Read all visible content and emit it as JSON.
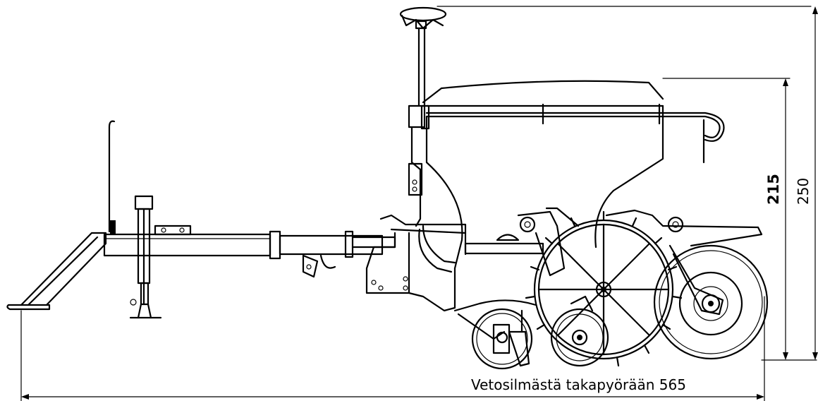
{
  "dimensions": {
    "height_hopper": "215",
    "height_total": "250",
    "length": "Vetosilmästä takapyörään 565"
  }
}
